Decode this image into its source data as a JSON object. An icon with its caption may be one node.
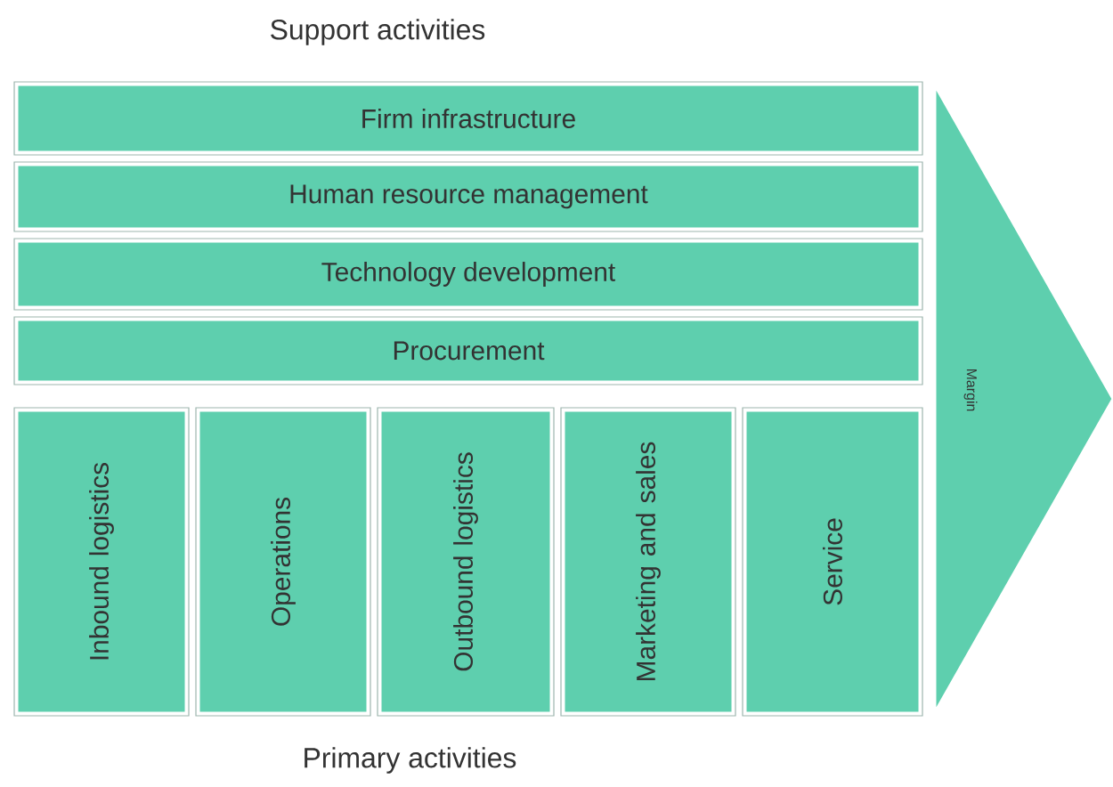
{
  "diagram": {
    "nodes": [
      {
        "text": [
          "Firm infrastructure"
        ]
      },
      {
        "text": [
          "Human resource management"
        ]
      },
      {
        "text": [
          "Technology development"
        ]
      },
      {
        "text": [
          "Procurement"
        ]
      },
      {
        "text": [
          "Inbound logistics"
        ]
      },
      {
        "text": [
          "Operations"
        ]
      },
      {
        "text": [
          "Outbound logistics"
        ]
      },
      {
        "text": [
          "Marketing and sales"
        ]
      },
      {
        "text": [
          "Service"
        ]
      },
      {
        "text": [
          "Margin"
        ]
      }
    ],
    "labels": [
      "Support activities",
      "Primary activities"
    ]
  }
}
